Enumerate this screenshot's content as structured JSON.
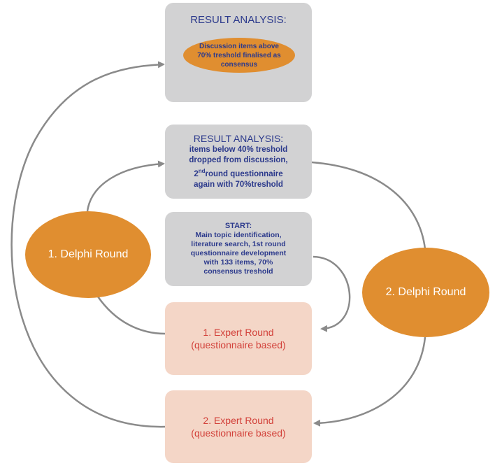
{
  "result_top": {
    "heading": "RESULT ANALYSIS:",
    "oval_text": "Discussion items above 70% treshold finalised as consensus"
  },
  "result_mid": {
    "heading": "RESULT ANALYSIS:",
    "line1": "items below 40% treshold",
    "line2": "dropped from discussion,",
    "line3_pre": "2",
    "line3_sup": "nd",
    "line3_post": "round questionnaire",
    "line4": "again with 70%treshold"
  },
  "start": {
    "heading": "START:",
    "body": "Main topic identification, literature search, 1st round questionnaire development with 133 items, 70% consensus treshold"
  },
  "expert1": {
    "line1": "1. Expert Round",
    "line2": "(questionnaire based)"
  },
  "expert2": {
    "line1": "2. Expert Round",
    "line2": "(questionnaire based)"
  },
  "delphi1": {
    "label": "1. Delphi Round"
  },
  "delphi2": {
    "label": "2. Delphi Round"
  },
  "colors": {
    "orange": "#e08e30",
    "grey_box": "#d2d2d3",
    "pink_box": "#f4d6c7",
    "navy_text": "#2c3a8c",
    "red_text": "#d2413a",
    "arrow": "#8a8a8a"
  }
}
